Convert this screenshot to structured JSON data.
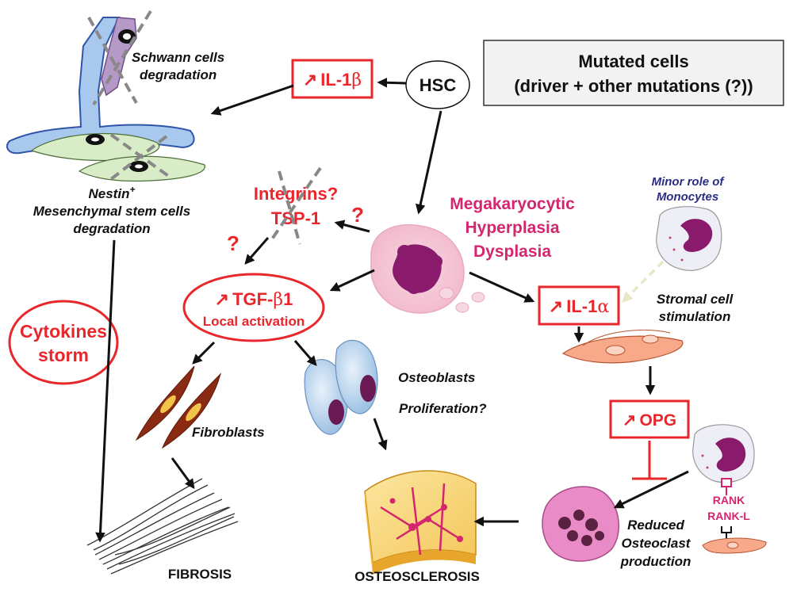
{
  "mutated_box": {
    "line1": "Mutated cells",
    "line2": "(driver + other mutations (?))"
  },
  "hsc": "HSC",
  "il1b": {
    "arrow": "↗",
    "label": "IL-1",
    "greek": "β"
  },
  "schwann": {
    "line1": "Schwann cells",
    "line2": "degradation"
  },
  "nestin": {
    "line1": "Nestin",
    "sup": "+",
    "line2": "Mesenchymal stem cells",
    "line3": "degradation"
  },
  "integrins": {
    "line1": "Integrins?",
    "line2": "TSP-1",
    "q1": "?",
    "q2": "?"
  },
  "megakaryocytic": {
    "line1": "Megakaryocytic",
    "line2": "Hyperplasia",
    "line3": "Dysplasia"
  },
  "monocytes": {
    "line1": "Minor role of",
    "line2": "Monocytes"
  },
  "tgf": {
    "arrow": "↗",
    "label": "TGF-",
    "greek": "β",
    "suffix": "1",
    "sub": "Local activation"
  },
  "il1a": {
    "arrow": "↗",
    "label": "IL-1",
    "greek": "α"
  },
  "stromal": {
    "line1": "Stromal cell",
    "line2": "stimulation"
  },
  "cytokines": {
    "line1": "Cytokines",
    "line2": "storm"
  },
  "osteoblasts": {
    "line1": "Osteoblasts",
    "line2": "Proliferation?"
  },
  "fibroblasts": "Fibroblasts",
  "opg": {
    "arrow": "↗",
    "label": "OPG"
  },
  "rank": {
    "rank": "RANK",
    "rankl": "RANK-L"
  },
  "reduced": {
    "line1": "Reduced",
    "line2": "Osteoclast",
    "line3": "production"
  },
  "fibrosis": "FIBROSIS",
  "osteosclerosis": "OSTEOSCLEROSIS",
  "colors": {
    "red": "#e8262b",
    "magenta": "#d4266e",
    "navy": "#2b2e83",
    "black": "#111111",
    "box_fill": "#f2f2f2"
  }
}
